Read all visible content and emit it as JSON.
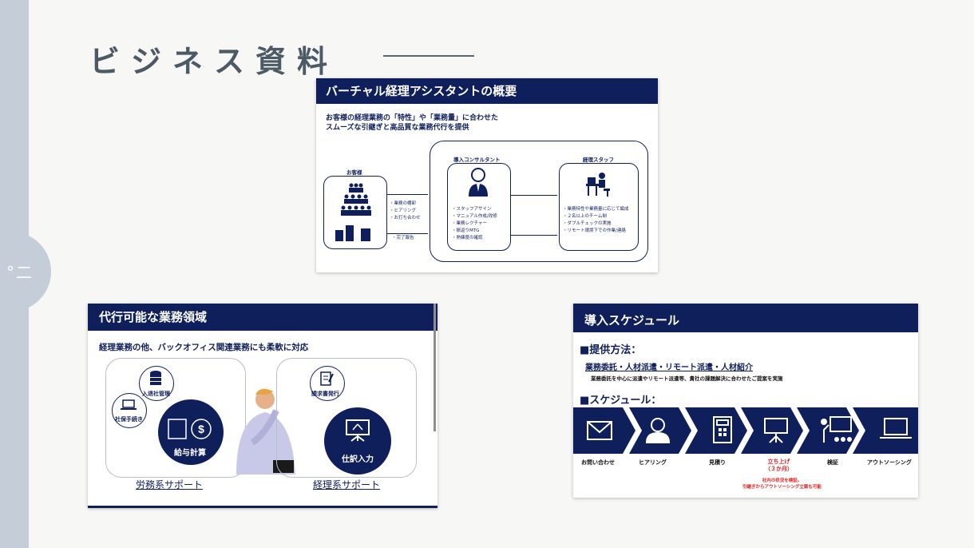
{
  "page": {
    "title": "ビジネス資料",
    "side_tab": "°二"
  },
  "slide1": {
    "title": "バーチャル経理アシスタントの概要",
    "lead_1": "お客様の経理業務の「特性」や「業務量」に合わせた",
    "lead_2": "スムーズな引継ぎと高品質な業務代行を提供",
    "customer_label": "お客様",
    "consultant_label": "導入コンサルタント",
    "staff_label": "経理スタッフ",
    "arrow_items": [
      "・業務の棚卸",
      "・ヒアリング",
      "・お打ち合わせ"
    ],
    "done_report": "・完了報告",
    "consultant_items": [
      "・スタッフアサイン",
      "・マニュアル作成/改修",
      "・業務レクチャー",
      "・振返りMTG",
      "・熟練度の確認"
    ],
    "staff_items": [
      "・業務特性や業務量に応じて編成",
      "・２名以上のチーム制",
      "・ダブルチェックの実施",
      "・リモート環境下での作業/連絡"
    ]
  },
  "slide2": {
    "title": "代行可能な業務領域",
    "lead": "経理業務の他、バックオフィス関連業務にも柔軟に対応",
    "labor_items": [
      "入退社管理",
      "社保手続き"
    ],
    "labor_main": "給与計算",
    "labor_caption": "労務系サポート",
    "acct_items": [
      "請求書発行"
    ],
    "acct_main": "仕訳入力",
    "acct_caption": "経理系サポート"
  },
  "slide3": {
    "title": "導入スケジュール",
    "method_heading": "■提供方法：",
    "method_link": "業務委託・人材派遣・リモート派遣・人材紹介",
    "method_desc": "業務委託を中心に派遣やリモート派遣等、貴社の課題解決に合わせたご提案を実施",
    "schedule_heading": "■スケジュール：",
    "steps": [
      "お問い合わせ",
      "ヒアリング",
      "見積り",
      "立ち上げ",
      "検証",
      "アウトソーシング"
    ],
    "launch_period": "（３か月）",
    "note_1": "社内の状況を検証。",
    "note_2": "引継ぎからアウトソーシング立案も可能"
  },
  "colors": {
    "navy": "#0f1f5c",
    "sidebar": "#c5ced8",
    "title_gray": "#4c5a66",
    "highlight_red": "#e02020"
  }
}
